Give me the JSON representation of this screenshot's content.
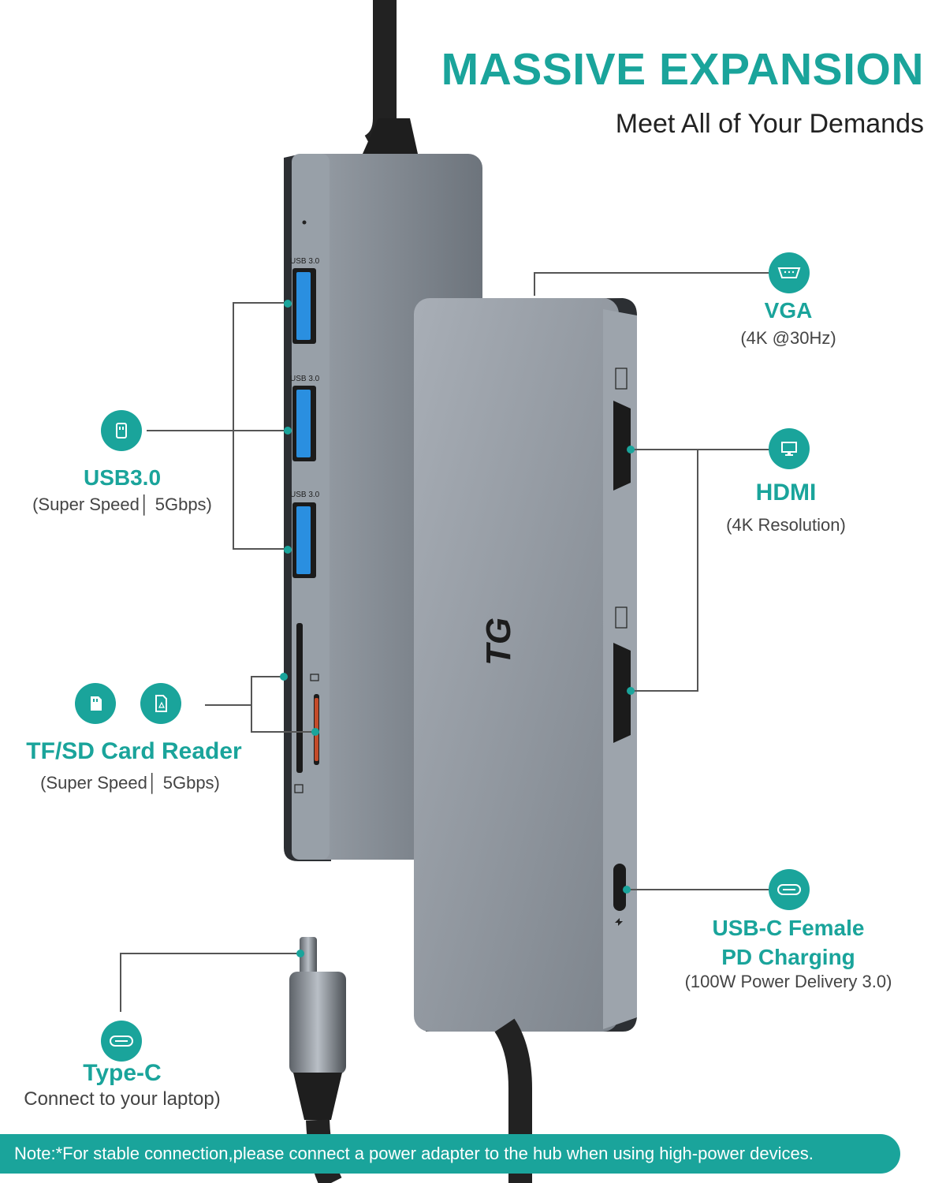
{
  "header": {
    "title": "MASSIVE EXPANSION",
    "subtitle": "Meet All of Your Demands"
  },
  "hub": {
    "brand_logo": "TG",
    "usb_port_label": "USB 3.0"
  },
  "features": {
    "usb": {
      "icon": "usb-icon",
      "label": "USB3.0",
      "detail": "(Super Speed│ 5Gbps)"
    },
    "card": {
      "icons": [
        "sd-card-icon",
        "tf-card-icon"
      ],
      "label": "TF/SD Card Reader",
      "detail": "(Super Speed│ 5Gbps)"
    },
    "vga": {
      "icon": "vga-icon",
      "label": "VGA",
      "detail": "(4K @30Hz)"
    },
    "hdmi": {
      "icon": "monitor-icon",
      "label": "HDMI",
      "detail": "(4K Resolution)"
    },
    "usbc": {
      "icon": "usb-c-icon",
      "label_line1": "USB-C Female",
      "label_line2": "PD Charging",
      "detail": "(100W Power Delivery 3.0)"
    },
    "typec": {
      "icon": "usb-c-icon",
      "label": "Type-C",
      "detail": "Connect to your laptop)"
    }
  },
  "note": "Note:*For stable connection,please connect a power adapter to the hub when using high-power devices.",
  "colors": {
    "accent": "#1aa49b",
    "usb_blue": "#2a8fe0",
    "hub_gray": "#8e959e"
  }
}
